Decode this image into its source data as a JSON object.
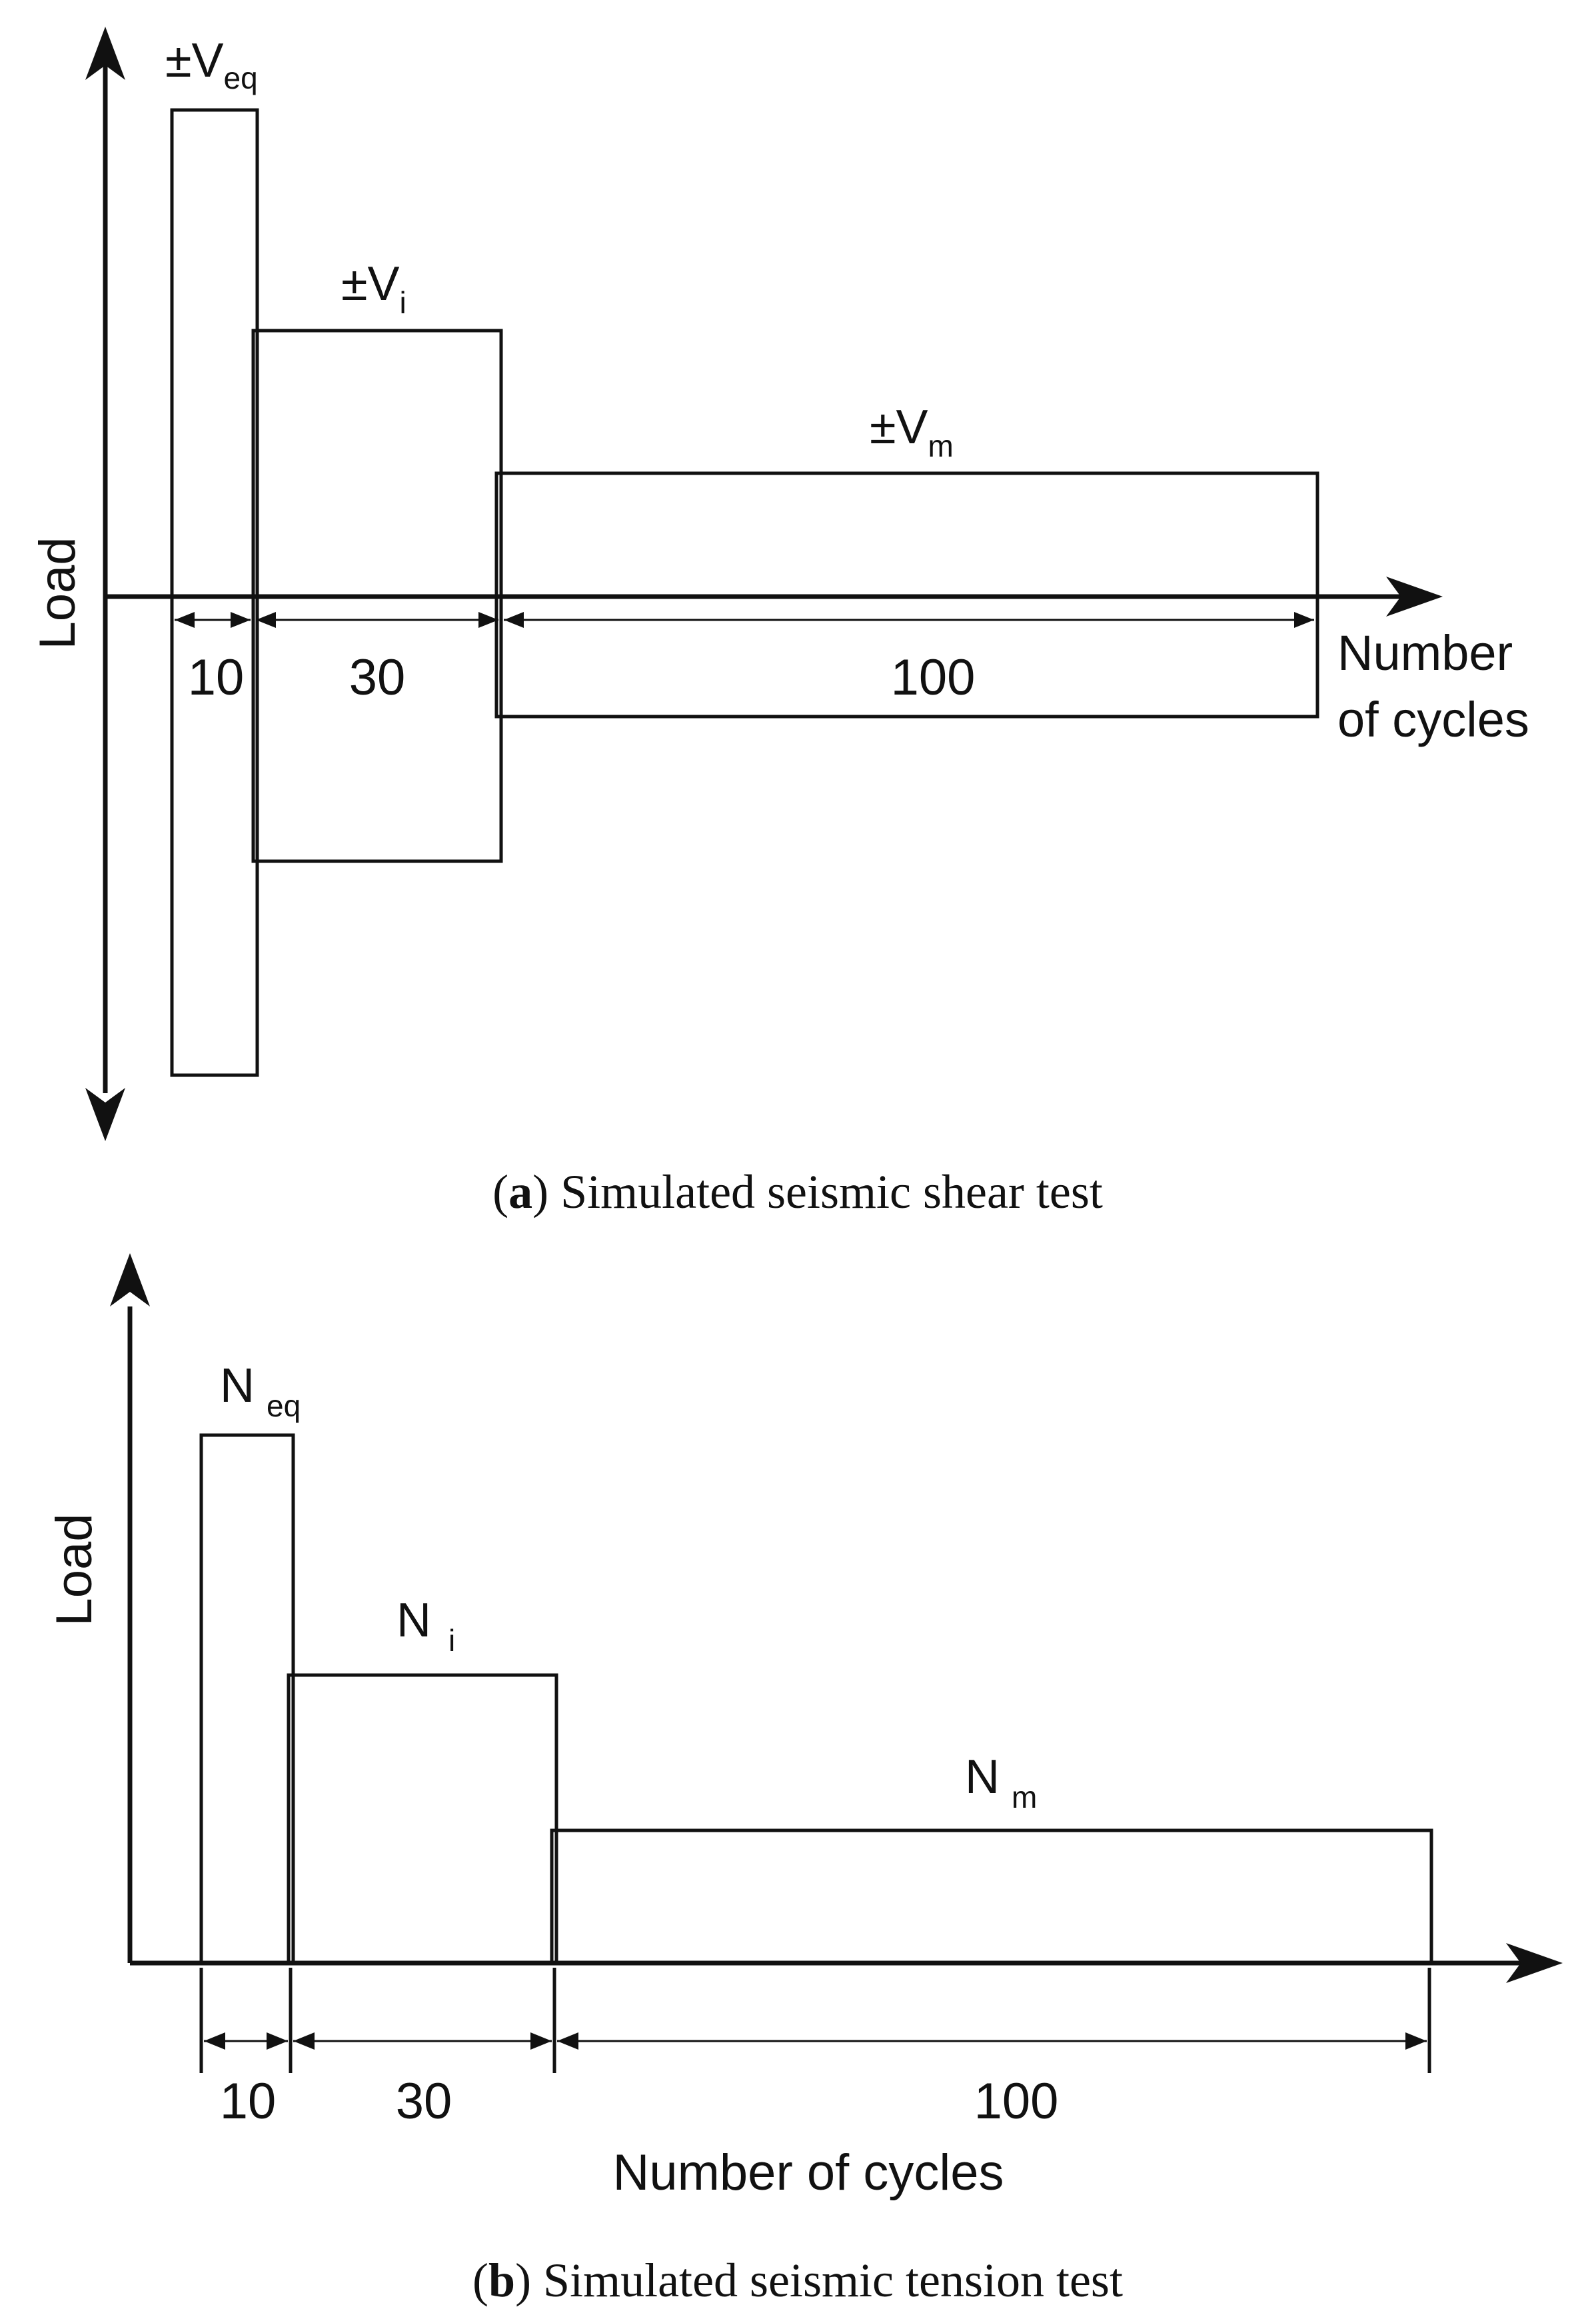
{
  "panel_a": {
    "y_axis_label": "Load",
    "x_axis_label_line1": "Number",
    "x_axis_label_line2": "of cycles",
    "load_levels": [
      {
        "prefix": "±V",
        "sub": "eq"
      },
      {
        "prefix": "±V",
        "sub": "i"
      },
      {
        "prefix": "±V",
        "sub": "m"
      }
    ],
    "cycle_counts": [
      "10",
      "30",
      "100"
    ],
    "caption_letter": "a",
    "caption_text": " Simulated seismic shear test"
  },
  "panel_b": {
    "y_axis_label": "Load",
    "x_axis_label": "Number of cycles",
    "load_levels": [
      {
        "prefix": "N",
        "sub": "eq"
      },
      {
        "prefix": "N",
        "sub": "i"
      },
      {
        "prefix": "N",
        "sub": "m"
      }
    ],
    "cycle_counts": [
      "10",
      "30",
      "100"
    ],
    "caption_letter": "b",
    "caption_text": " Simulated seismic tension test"
  }
}
